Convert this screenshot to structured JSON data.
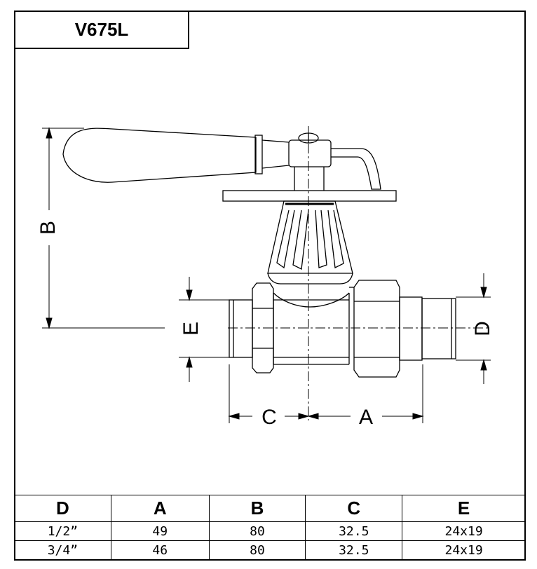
{
  "title": "V675L",
  "dimension_labels": {
    "A": "A",
    "B": "B",
    "C": "C",
    "D": "D",
    "E": "E"
  },
  "table": {
    "headers": [
      "D",
      "A",
      "B",
      "C",
      "E"
    ],
    "rows": [
      [
        "1/2”",
        "49",
        "80",
        "32.5",
        "24x19"
      ],
      [
        "3/4”",
        "46",
        "80",
        "32.5",
        "24x19"
      ]
    ]
  }
}
